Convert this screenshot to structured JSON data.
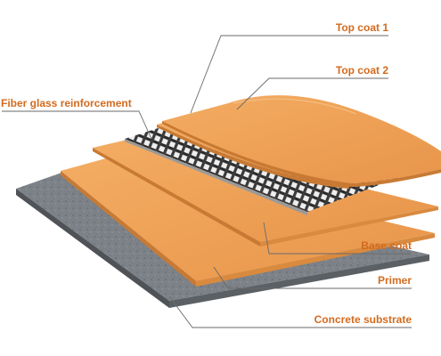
{
  "diagram": {
    "label_color": "#d36b1e",
    "colors": {
      "coat": "#f0a356",
      "coat_shade": "#d98a3f",
      "coat_edge": "#c87a34",
      "concrete": "#7c8288",
      "concrete_edge": "#4f5357",
      "mesh": "#2b2b2b",
      "mesh_light": "#e9e9e9",
      "leader_line": "#6a6a6a"
    },
    "labels": {
      "top_coat_1": "Top coat 1",
      "top_coat_2": "Top coat 2",
      "fiber_glass": "Fiber glass reinforcement",
      "base_coat": "Base coat",
      "primer": "Primer",
      "concrete": "Concrete substrate"
    }
  }
}
